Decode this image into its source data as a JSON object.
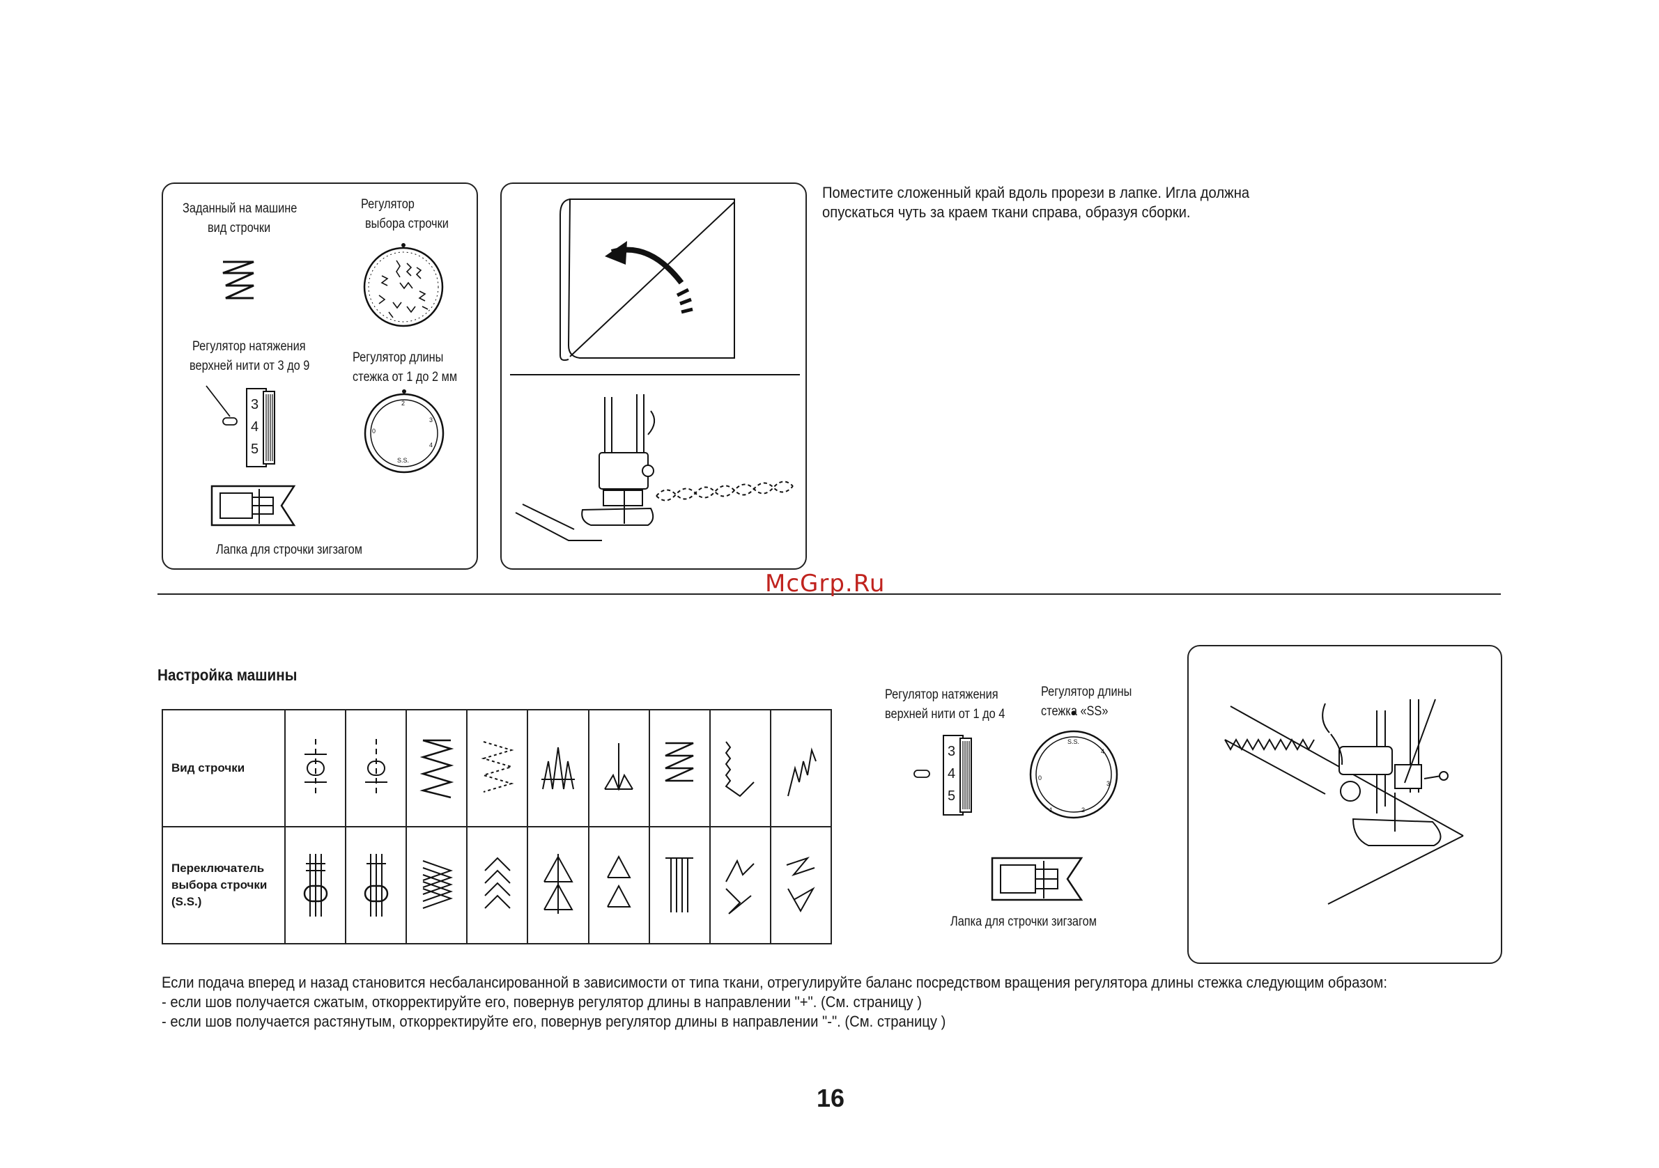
{
  "top": {
    "panel1": {
      "preset_label_1": "Заданный на машине",
      "preset_label_2": "вид строчки",
      "selector_label_1": "Регулятор",
      "selector_label_2": "выбора строчки",
      "tension_label_1": "Регулятор натяжения",
      "tension_label_2": "верхней нити от 3 до 9",
      "length_label_1": "Регулятор длины",
      "length_label_2": "стежка от 1 до 2 мм",
      "dial_numbers": [
        "3",
        "4",
        "5"
      ],
      "foot_label": "Лапка для строчки зигзагом"
    },
    "instruction_line_1": "Поместите сложенный край вдоль прорези в лапке. Игла должна",
    "instruction_line_2": "опускаться чуть за краем ткани справа, образуя сборки."
  },
  "watermark": "McGrp.Ru",
  "settings": {
    "heading": "Настройка машины",
    "row1_label": "Вид строчки",
    "row2_label_1": "Переключатель",
    "row2_label_2": "выбора строчки",
    "row2_label_3": "(S.S.)",
    "tension_label_1": "Регулятор натяжения",
    "tension_label_2": "верхней нити от 1 до 4",
    "length_label_1": "Регулятор длины",
    "length_label_2": "стежка «SS»",
    "dial_numbers": [
      "3",
      "4",
      "5"
    ],
    "foot_label": "Лапка для строчки зигзагом"
  },
  "notes": {
    "line_1": "Если подача вперед и назад становится несбалансированной в зависимости от типа ткани, отрегулируйте баланс посредством вращения регулятора длины стежка следующим образом:",
    "line_2": "- если шов получается сжатым, откорректируйте его, повернув регулятор длины в направлении \"+\". (См. страницу     )",
    "line_3": "- если шов получается растянутым, откорректируйте его, повернув регулятор длины в направлении \"-\". (См. страницу     )"
  },
  "page_number": "16"
}
